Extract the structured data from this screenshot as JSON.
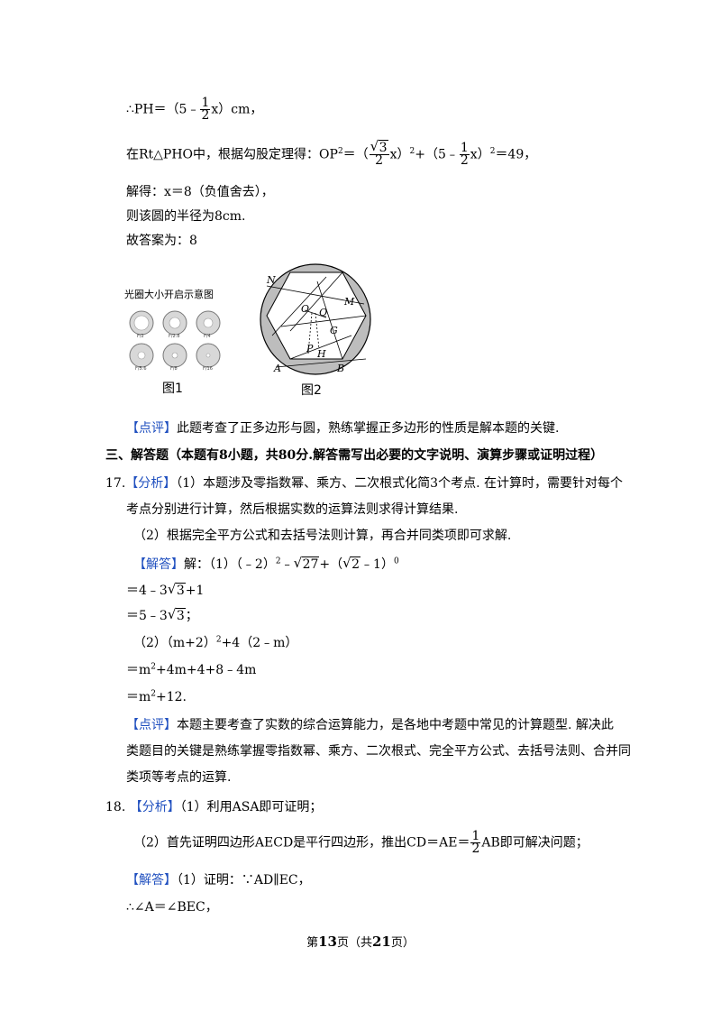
{
  "l1": {
    "a": "∴PH＝（5﹣",
    "fn": "1",
    "fd": "2",
    "b": "x）cm，"
  },
  "l2": {
    "a": "在Rt△PHO中，根据勾股定理得：OP",
    "sup": "2",
    "b": "＝（",
    "r": "3",
    "fd": "2",
    "c": "x）",
    "sup2": "2",
    "d": "+（5﹣",
    "fn2": "1",
    "fd2": "2",
    "e": "x）",
    "sup3": "2",
    "f": "＝49，"
  },
  "l3": "解得：x＝8（负值舍去），",
  "l4": "则该圆的半径为8cm.",
  "l5": "故答案为：8",
  "fig1": {
    "title": "光圈大小开启示意图",
    "caption": "图1",
    "sub": [
      "F/2",
      "F/2.8",
      "F/4",
      "F/5.6",
      "F/8",
      "F/16"
    ]
  },
  "fig2": {
    "caption": "图2",
    "labels": {
      "N": "N",
      "M": "M",
      "O": "O",
      "Q": "Q",
      "G": "G",
      "P": "P",
      "H": "H",
      "A": "A",
      "B": "B"
    }
  },
  "dp1": {
    "tag": "【点评】",
    "text": "此题考查了正多边形与圆，熟练掌握正多边形的性质是解本题的关键."
  },
  "sec3": "三、解答题（本题有8小题，共80分.解答需写出必要的文字说明、演算步骤或证明过程）",
  "q17": {
    "num": "17.",
    "fx_tag": "【分析】",
    "fx1": "（1）本题涉及零指数幂、乘方、二次根式化简3个考点. 在计算时，需要针对每个",
    "fx2": "考点分别进行计算，然后根据实数的运算法则求得计算结果.",
    "fx3": "（2）根据完全平方公式和去括号法则计算，再合并同类项即可求解.",
    "jd_tag": "【解答】",
    "jd1a": "解：（1）（﹣2）",
    "jd1s": "2",
    "jd1b": "﹣",
    "jd1r": "27",
    "jd1c": "+（",
    "jd1r2": "2",
    "jd1d": "﹣1）",
    "jd1s2": "0",
    "s1a": "＝4﹣3",
    "s1r": "3",
    "s1b": "+1",
    "s2a": "＝5﹣3",
    "s2r": "3",
    "s2b": "；",
    "s3a": "（2）（m+2）",
    "s3s": "2",
    "s3b": "+4（2﹣m）",
    "s4a": "＝m",
    "s4s": "2",
    "s4b": "+4m+4+8﹣4m",
    "s5a": "＝m",
    "s5s": "2",
    "s5b": "+12.",
    "dp_tag": "【点评】",
    "dp1": "本题主要考查了实数的综合运算能力，是各地中考题中常见的计算题型. 解决此",
    "dp2": "类题目的关键是熟练掌握零指数幂、乘方、二次根式、完全平方公式、去括号法则、合并同",
    "dp3": "类项等考点的运算."
  },
  "q18": {
    "num": "18.",
    "fx_tag": "【分析】",
    "fx1": "（1）利用ASA即可证明；",
    "fx2a": "（2）首先证明四边形AECD是平行四边形，推出CD＝AE＝",
    "fn": "1",
    "fd": "2",
    "fx2b": "AB即可解决问题；",
    "jd_tag": "【解答】",
    "jd1": "（1）证明：∵AD∥EC，",
    "jd2": "∴∠A＝∠BEC，"
  },
  "footer": {
    "a": "第",
    "p": "13",
    "b": "页（共",
    "t": "21",
    "c": "页）"
  }
}
